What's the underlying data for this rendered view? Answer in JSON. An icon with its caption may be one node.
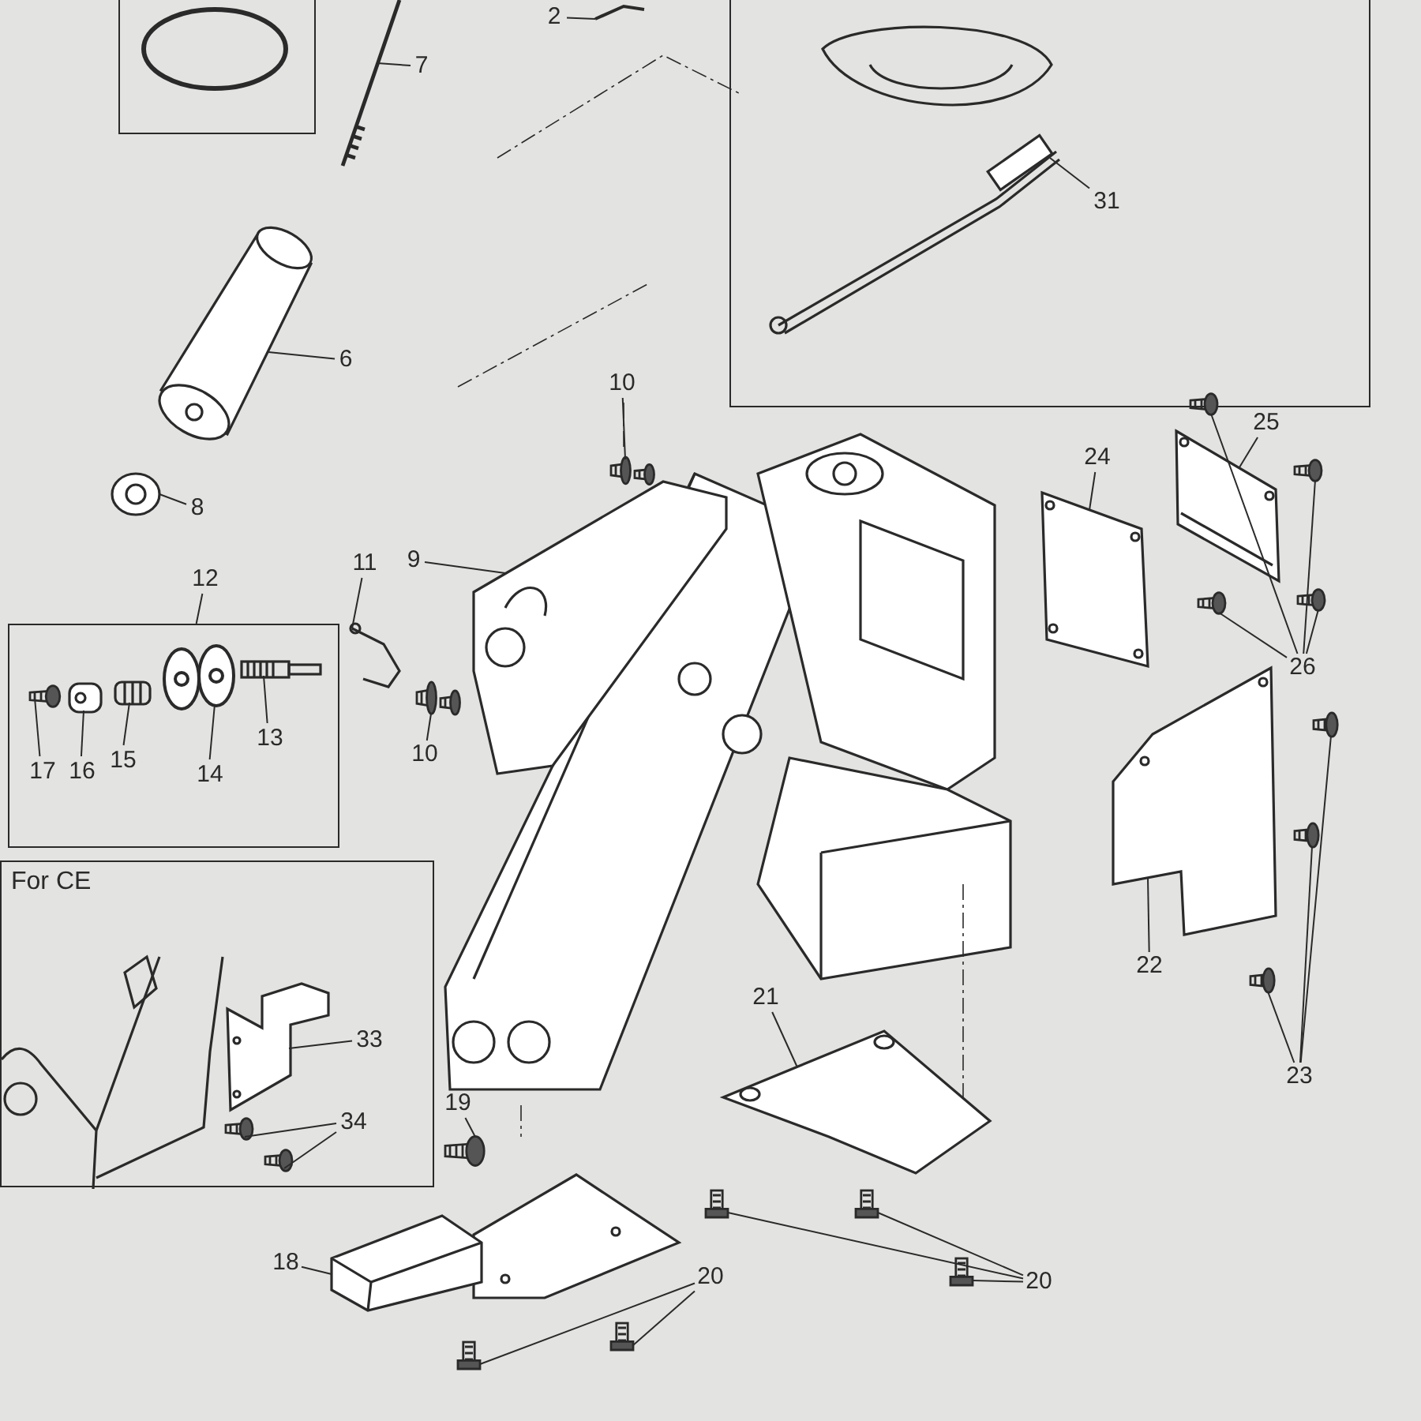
{
  "diagram": {
    "nodes": [
      {
        "text": [],
        "shape": "box"
      },
      {
        "text": [
          "2"
        ]
      },
      {
        "text": [],
        "shape": "picture"
      },
      {
        "text": [],
        "shape": "box"
      },
      {
        "text": [
          "31"
        ],
        "in": 3
      },
      {
        "text": [],
        "shape": "picture",
        "in": 3
      },
      {
        "text": [
          "7"
        ]
      },
      {
        "text": [],
        "shape": "picture"
      },
      {
        "text": [
          "6"
        ]
      },
      {
        "text": [],
        "shape": "picture"
      },
      {
        "text": [
          "8"
        ]
      },
      {
        "text": [],
        "shape": "picture"
      },
      {
        "text": [
          "10"
        ]
      },
      {
        "text": [],
        "shape": "picture"
      },
      {
        "text": [
          "9"
        ]
      },
      {
        "text": [],
        "shape": "picture"
      },
      {
        "text": [
          "11"
        ]
      },
      {
        "text": [],
        "shape": "picture"
      },
      {
        "text": [
          "12"
        ]
      },
      {
        "text": [],
        "shape": "box"
      },
      {
        "text": [
          "13"
        ],
        "in": 19
      },
      {
        "text": [],
        "shape": "picture",
        "in": 19
      },
      {
        "text": [
          "14"
        ],
        "in": 19
      },
      {
        "text": [],
        "shape": "picture",
        "in": 19
      },
      {
        "text": [
          "15"
        ],
        "in": 19
      },
      {
        "text": [],
        "shape": "picture",
        "in": 19
      },
      {
        "text": [
          "16"
        ],
        "in": 19
      },
      {
        "text": [],
        "shape": "picture",
        "in": 19
      },
      {
        "text": [
          "17"
        ],
        "in": 19
      },
      {
        "text": [],
        "shape": "picture",
        "in": 19
      },
      {
        "text": [
          "10"
        ]
      },
      {
        "text": [],
        "shape": "picture"
      },
      {
        "text": [
          "24"
        ]
      },
      {
        "text": [],
        "shape": "picture"
      },
      {
        "text": [
          "25"
        ]
      },
      {
        "text": [],
        "shape": "picture"
      },
      {
        "text": [
          "26"
        ]
      },
      {
        "text": [],
        "shape": "picture"
      },
      {
        "text": [],
        "shape": "picture"
      },
      {
        "text": [],
        "shape": "picture"
      },
      {
        "text": [],
        "shape": "picture"
      },
      {
        "text": [
          "22"
        ]
      },
      {
        "text": [],
        "shape": "picture"
      },
      {
        "text": [
          "23"
        ]
      },
      {
        "text": [],
        "shape": "picture"
      },
      {
        "text": [],
        "shape": "picture"
      },
      {
        "text": [],
        "shape": "picture"
      },
      {
        "text": [
          "For CE"
        ]
      },
      {
        "text": [
          "33"
        ],
        "in": 47
      },
      {
        "text": [],
        "shape": "picture",
        "in": 47
      },
      {
        "text": [
          "34"
        ],
        "in": 47
      },
      {
        "text": [],
        "shape": "picture",
        "in": 47
      },
      {
        "text": [],
        "shape": "picture",
        "in": 47
      },
      {
        "text": [
          "21"
        ]
      },
      {
        "text": [],
        "shape": "picture"
      },
      {
        "text": [
          "19"
        ]
      },
      {
        "text": [],
        "shape": "picture"
      },
      {
        "text": [
          "18"
        ]
      },
      {
        "text": [],
        "shape": "picture"
      },
      {
        "text": [
          "20"
        ]
      },
      {
        "text": [],
        "shape": "picture"
      },
      {
        "text": [],
        "shape": "picture"
      },
      {
        "text": [
          "20"
        ]
      },
      {
        "text": [],
        "shape": "picture"
      },
      {
        "text": [],
        "shape": "picture"
      },
      {
        "text": [],
        "shape": "picture"
      }
    ],
    "edges": [
      {
        "from": 1,
        "to": 2,
        "arrow": "none"
      },
      {
        "from": 4,
        "to": 5,
        "arrow": "none"
      },
      {
        "from": 6,
        "to": 7,
        "arrow": "none"
      },
      {
        "from": 8,
        "to": 9,
        "arrow": "none"
      },
      {
        "from": 10,
        "to": 11,
        "arrow": "none"
      },
      {
        "from": 12,
        "to": 13,
        "arrow": "none"
      },
      {
        "from": 14,
        "to": 15,
        "arrow": "none"
      },
      {
        "from": 16,
        "to": 17,
        "arrow": "none"
      },
      {
        "from": 18,
        "to": 19,
        "arrow": "none"
      },
      {
        "from": 20,
        "to": 21,
        "arrow": "none"
      },
      {
        "from": 22,
        "to": 23,
        "arrow": "none"
      },
      {
        "from": 24,
        "to": 25,
        "arrow": "none"
      },
      {
        "from": 26,
        "to": 27,
        "arrow": "none"
      },
      {
        "from": 28,
        "to": 29,
        "arrow": "none"
      },
      {
        "from": 30,
        "to": 31,
        "arrow": "none"
      },
      {
        "from": 32,
        "to": 33,
        "arrow": "none"
      },
      {
        "from": 34,
        "to": 35,
        "arrow": "none"
      },
      {
        "from": 36,
        "to": 37,
        "arrow": "none"
      },
      {
        "from": 36,
        "to": 38,
        "arrow": "none"
      },
      {
        "from": 36,
        "to": 39,
        "arrow": "none"
      },
      {
        "from": 36,
        "to": 40,
        "arrow": "none"
      },
      {
        "from": 41,
        "to": 42,
        "arrow": "none"
      },
      {
        "from": 43,
        "to": 44,
        "arrow": "none"
      },
      {
        "from": 43,
        "to": 45,
        "arrow": "none"
      },
      {
        "from": 43,
        "to": 46,
        "arrow": "none"
      },
      {
        "from": 48,
        "to": 49,
        "arrow": "none"
      },
      {
        "from": 50,
        "to": 51,
        "arrow": "none"
      },
      {
        "from": 50,
        "to": 52,
        "arrow": "none"
      },
      {
        "from": 53,
        "to": 54,
        "arrow": "none"
      },
      {
        "from": 55,
        "to": 56,
        "arrow": "none"
      },
      {
        "from": 57,
        "to": 58,
        "arrow": "none"
      },
      {
        "from": 59,
        "to": 60,
        "arrow": "none"
      },
      {
        "from": 59,
        "to": 61,
        "arrow": "none"
      },
      {
        "from": 62,
        "to": 63,
        "arrow": "none"
      },
      {
        "from": 62,
        "to": 64,
        "arrow": "none"
      },
      {
        "from": 62,
        "to": 65,
        "arrow": "none"
      }
    ]
  }
}
